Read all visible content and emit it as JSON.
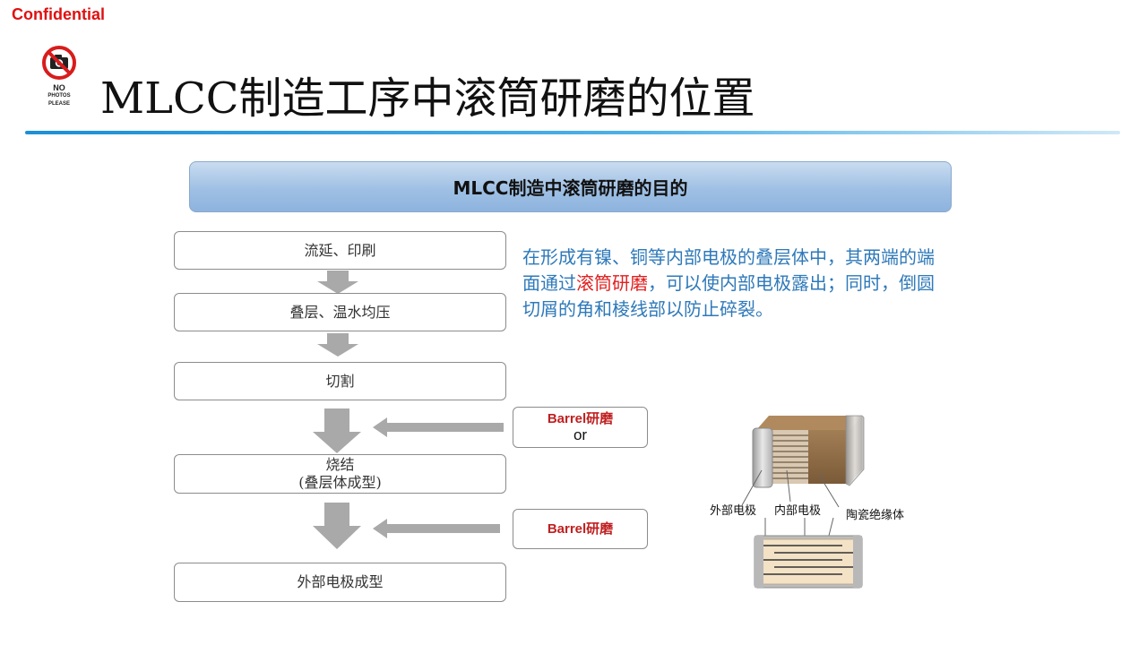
{
  "header": {
    "confidential": "Confidential",
    "no_photos_line1": "NO",
    "no_photos_line2": "PHOTOS",
    "no_photos_line3": "PLEASE",
    "title": "MLCC制造工序中滚筒研磨的位置"
  },
  "banner": {
    "title": "MLCC制造中滚筒研磨的目的"
  },
  "flow": {
    "steps": [
      {
        "line1": "流延、印刷"
      },
      {
        "line1": "叠层、温水均压"
      },
      {
        "line1": "切割"
      },
      {
        "line1": "烧结",
        "line2": "(叠层体成型)"
      },
      {
        "line1": "外部电极成型"
      }
    ],
    "barrel_1": {
      "label": "Barrel研磨",
      "sub": "or"
    },
    "barrel_2": {
      "label": "Barrel研磨"
    }
  },
  "description": {
    "part1": "在形成有镍、铜等内部电极的叠层体中，其两端的端面通过",
    "highlight": "滚筒研磨",
    "part2": "，可以使内部电极露出；同时，倒圆切屑的角和棱线部以防止碎裂。"
  },
  "diagram": {
    "labels": {
      "external_electrode": "外部电极",
      "internal_electrode": "内部电极",
      "ceramic_insulator": "陶瓷绝缘体"
    }
  },
  "colors": {
    "confidential": "#e01010",
    "desc_text": "#2e79b9",
    "highlight": "#e02020",
    "barrel_label": "#c02020"
  },
  "icons": [
    "no-camera-icon",
    "down-arrow-icon",
    "left-arrow-icon"
  ]
}
